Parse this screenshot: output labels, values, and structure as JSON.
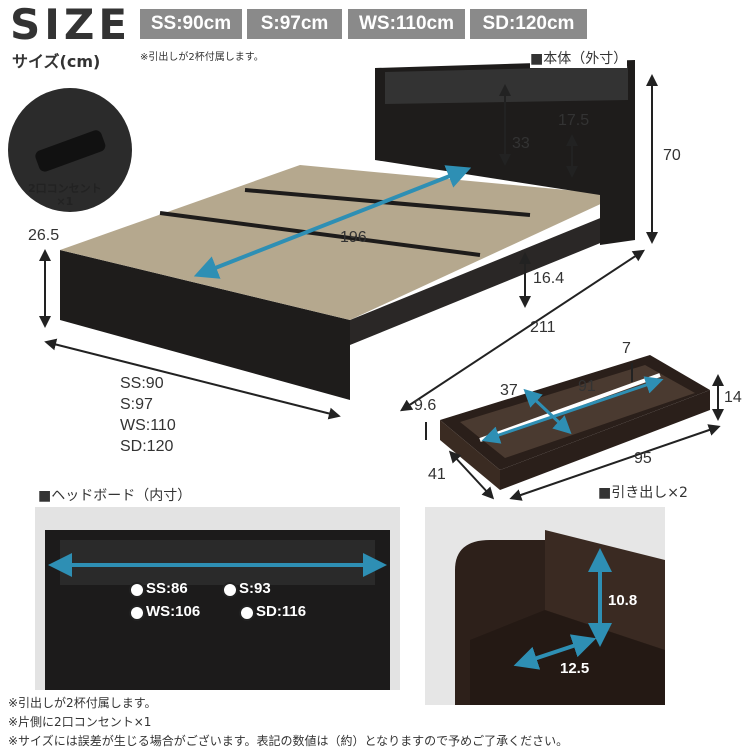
{
  "header": {
    "title": "SIZE",
    "subtitle": "サイズ(cm)",
    "note": "※引出しが2杯付属します。"
  },
  "size_tabs": [
    "SS:90cm",
    "S:97cm",
    "WS:110cm",
    "SD:120cm"
  ],
  "main_body": {
    "section": "■本体（外寸）",
    "outlet_caption": "2口コンセント\n×1",
    "dims": {
      "height_side": "26.5",
      "length_inner": "196",
      "headboard_shelf": "33",
      "shelf_gap": "17.5",
      "total_height": "70",
      "under_height": "16.4",
      "total_length": "211"
    },
    "widths": [
      "SS:90",
      "S:97",
      "WS:110",
      "SD:120"
    ]
  },
  "drawer": {
    "section": "■引き出し×2",
    "dims": {
      "top": "7",
      "inner_width": "37",
      "inner_length": "91",
      "side": "9.6",
      "height": "14",
      "width": "41",
      "length": "95"
    }
  },
  "headboard": {
    "section": "■ヘッドボード（内寸）",
    "widths": [
      "SS:86",
      "S:93",
      "WS:106",
      "SD:116"
    ],
    "depth": "12.5",
    "height": "10.8"
  },
  "footnotes": [
    "※引出しが2杯付属します。",
    "※片側に2口コンセント×1",
    "※サイズには誤差が生じる場合がございます。表記の数値は（約）となりますので予めご了承ください。"
  ],
  "colors": {
    "arrow": "#2e8fb4",
    "tab": "#8a8a8a",
    "bed": "#1e1c1b",
    "slat": "#b5a88e"
  }
}
